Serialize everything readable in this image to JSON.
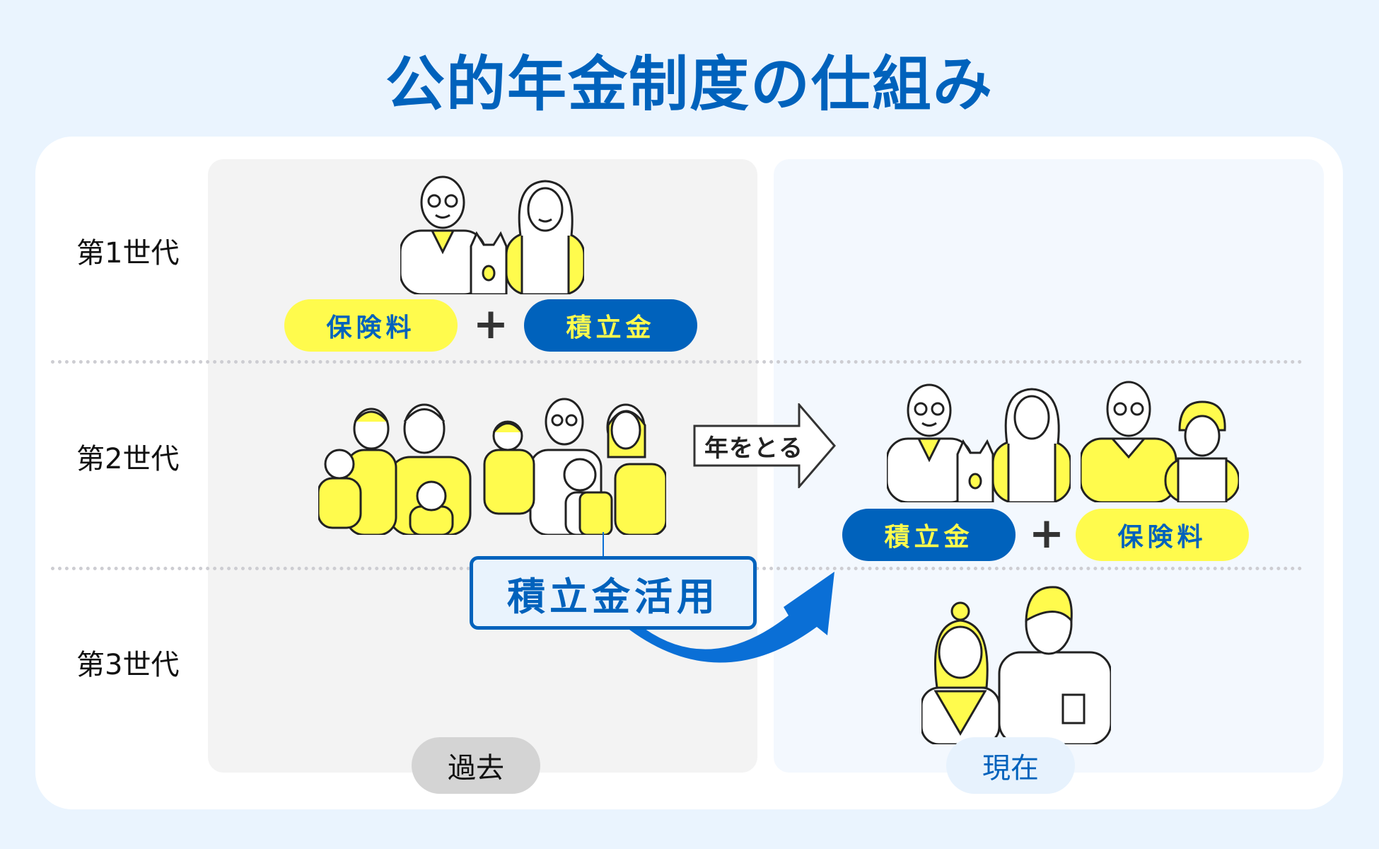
{
  "title": "公的年金制度の仕組み",
  "generations": [
    {
      "label": "第1世代"
    },
    {
      "label": "第2世代"
    },
    {
      "label": "第3世代"
    }
  ],
  "gen1": {
    "pill_left": "保険料",
    "plus": "+",
    "pill_right": "積立金"
  },
  "gen2_present": {
    "pill_left": "積立金",
    "plus": "+",
    "pill_right": "保険料"
  },
  "aging_arrow": {
    "label": "年をとる"
  },
  "reserve_usage": {
    "label": "積立金活用"
  },
  "timeline": {
    "past": "過去",
    "present": "現在"
  },
  "illustrations": {
    "gen1_past": "elderly-couple-with-dog",
    "gen2_past_a": "family-parents-with-two-children",
    "gen2_past_b": "family-parents-with-children-schoolbag",
    "gen2_present_a": "elderly-couple-with-dog",
    "gen2_present_b": "elderly-couple-glasses",
    "gen3_present": "young-couple"
  },
  "colors": {
    "brand_blue": "#0062BC",
    "accent_yellow": "#FFFB4D",
    "background": "#EAF4FE",
    "past_panel": "#F3F3F3",
    "present_panel": "#F3F8FE",
    "arrow_blue": "#0A6FD6"
  }
}
